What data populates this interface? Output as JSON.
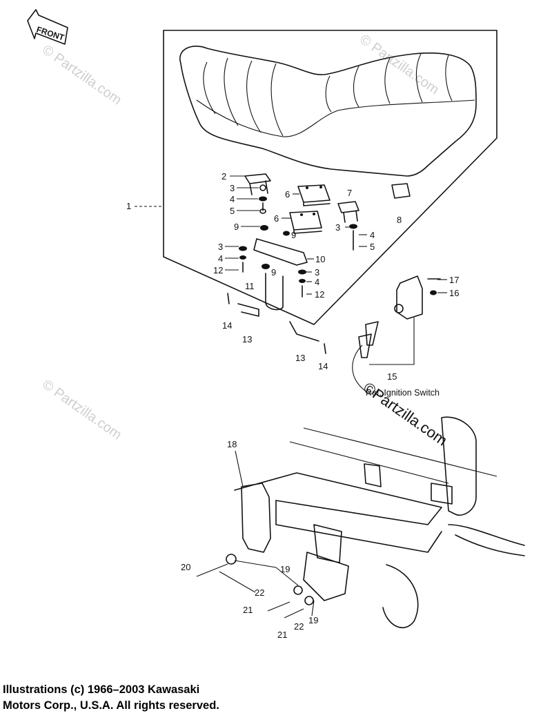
{
  "front_label": "FRONT",
  "watermark": "© Partzilla.com",
  "watermark_dark": "©Partzilla.com",
  "ignition_ref": "Ref. Ignition Switch",
  "callouts": {
    "c1": "1",
    "c2": "2",
    "c3a": "3",
    "c3b": "3",
    "c3c": "3",
    "c3d": "3",
    "c4a": "4",
    "c4b": "4",
    "c4c": "4",
    "c4d": "4",
    "c5a": "5",
    "c5b": "5",
    "c6a": "6",
    "c6b": "6",
    "c7": "7",
    "c8": "8",
    "c9a": "9",
    "c9b": "9",
    "c9c": "9",
    "c10": "10",
    "c11": "11",
    "c12a": "12",
    "c12b": "12",
    "c13a": "13",
    "c13b": "13",
    "c14a": "14",
    "c14b": "14",
    "c15": "15",
    "c16": "16",
    "c17": "17",
    "c18": "18",
    "c19a": "19",
    "c19b": "19",
    "c20": "20",
    "c21a": "21",
    "c21b": "21",
    "c22a": "22",
    "c22b": "22"
  },
  "copyright_line1": "Illustrations (c) 1966–2003 Kawasaki",
  "copyright_line2": "Motors Corp., U.S.A.  All rights reserved."
}
